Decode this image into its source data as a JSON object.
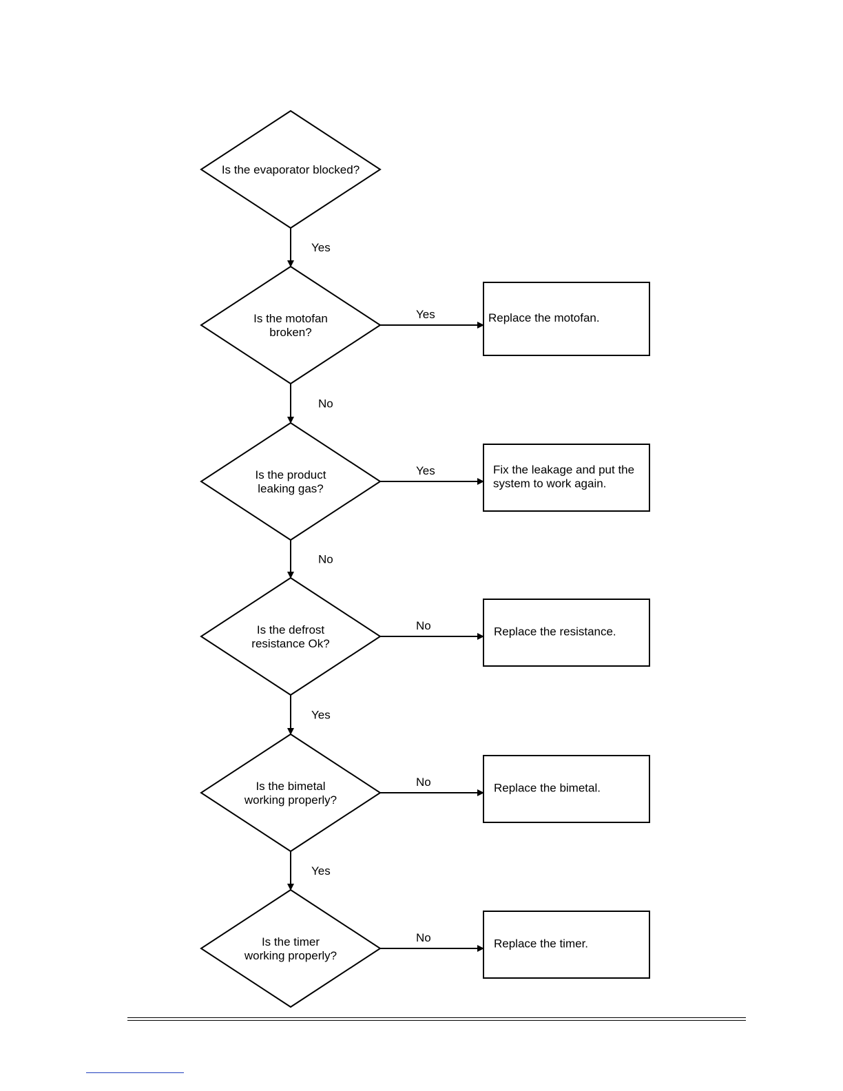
{
  "decisions": [
    {
      "id": "d1",
      "lines": [
        "Is the evaporator blocked?"
      ]
    },
    {
      "id": "d2",
      "lines": [
        "Is the motofan",
        "broken?"
      ]
    },
    {
      "id": "d3",
      "lines": [
        "Is the product",
        "leaking gas?"
      ]
    },
    {
      "id": "d4",
      "lines": [
        "Is the defrost",
        "resistance Ok?"
      ]
    },
    {
      "id": "d5",
      "lines": [
        "Is the bimetal",
        "working properly?"
      ]
    },
    {
      "id": "d6",
      "lines": [
        "Is the timer",
        "working properly?"
      ]
    }
  ],
  "actions": [
    {
      "id": "a2",
      "lines": [
        "Replace the motofan."
      ]
    },
    {
      "id": "a3",
      "lines": [
        "Fix the leakage and put the",
        "system to work again."
      ]
    },
    {
      "id": "a4",
      "lines": [
        "Replace the resistance."
      ]
    },
    {
      "id": "a5",
      "lines": [
        "Replace the bimetal."
      ]
    },
    {
      "id": "a6",
      "lines": [
        "Replace the timer."
      ]
    }
  ],
  "edges": [
    {
      "from": "d1",
      "to": "d2",
      "label": "Yes"
    },
    {
      "from": "d2",
      "to": "d3",
      "label": "No"
    },
    {
      "from": "d3",
      "to": "d4",
      "label": "No"
    },
    {
      "from": "d4",
      "to": "d5",
      "label": "Yes"
    },
    {
      "from": "d5",
      "to": "d6",
      "label": "Yes"
    },
    {
      "from": "d2",
      "to": "a2",
      "label": "Yes"
    },
    {
      "from": "d3",
      "to": "a3",
      "label": "Yes"
    },
    {
      "from": "d4",
      "to": "a4",
      "label": "No"
    },
    {
      "from": "d5",
      "to": "a5",
      "label": "No"
    },
    {
      "from": "d6",
      "to": "a6",
      "label": "No"
    }
  ]
}
